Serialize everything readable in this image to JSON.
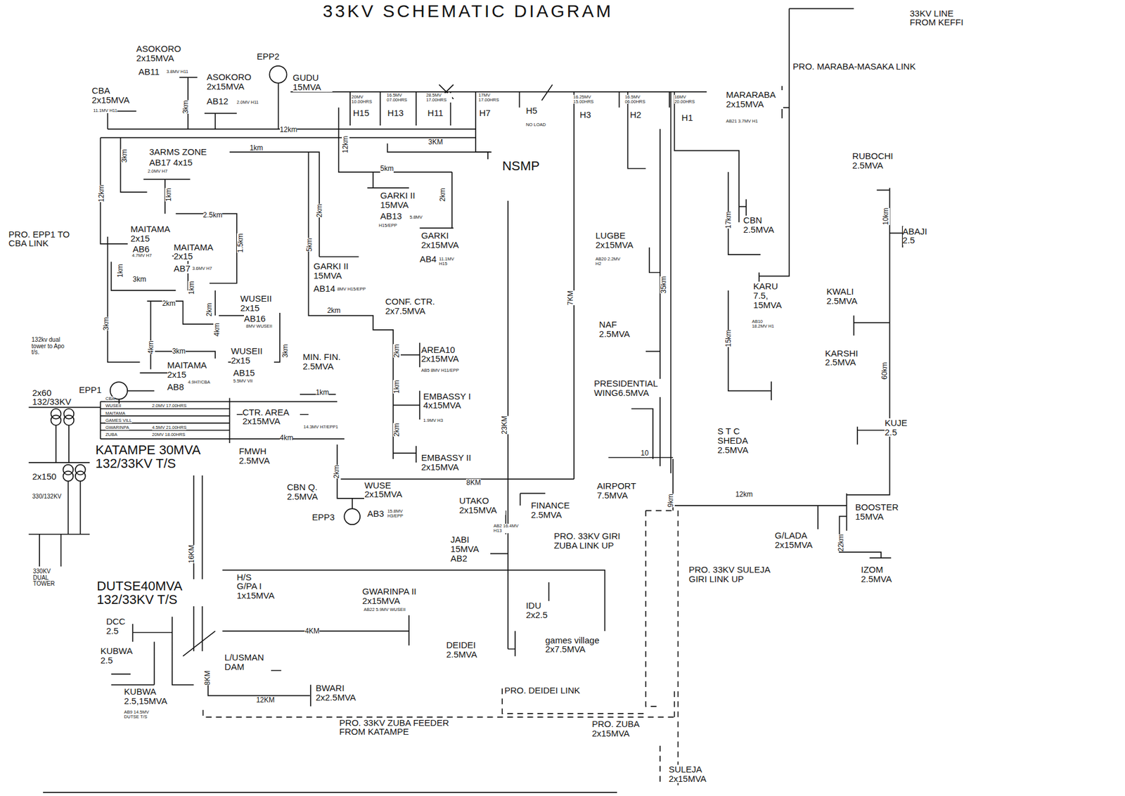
{
  "diagram": {
    "title": "33KV SCHEMATIC DIAGRAM",
    "nodes": [
      {
        "text": [
          "EPP2"
        ]
      },
      {
        "text": [
          "EPP1"
        ]
      },
      {
        "text": [
          "EPP3"
        ]
      }
    ],
    "labels": [
      "33KV LINE FROM KEFFI",
      "PRO. MARABA-MASAKA LINK",
      "ASOKORO 2x15MVA",
      "AB11",
      "3.8MV H11",
      "GUDU 15MVA",
      "ASOKORO 2x15MVA",
      "AB12",
      "2.0MV H11",
      "CBA 2x15MVA",
      "11.1MV H11",
      "20MV 10.00HRS",
      "H15",
      "16.5MV 07.00HRS",
      "H13",
      "28.5MV 17.00HRS",
      "H11",
      "17MV 17.00HRS",
      "H7",
      "H5",
      "NO LOAD",
      "16.25MV 15.00HRS",
      "H3",
      "16.5MV 06.00HRS",
      "H2",
      "16MV 20.00HRS",
      "H1",
      "MARARABA 2x15MVA",
      "AB21 3.7MV H1",
      "12km",
      "3KM",
      "12km",
      "3km",
      "3km",
      "1km",
      "5km",
      "2km",
      "2.5km",
      "1km",
      "12km",
      "1.5km",
      "3km",
      "1km",
      "1km",
      "2km",
      "2km",
      "4km",
      "3km",
      "2km",
      "4km",
      "3km",
      "2km",
      "1km",
      "2km",
      "2km",
      "4km",
      "1km",
      "5km",
      "2km",
      "3km",
      "7KM",
      "23KM",
      "16KM",
      "4KM",
      "8KM",
      "12KM",
      "8KM",
      "35km",
      "17km",
      "15km",
      "10km",
      "60km",
      "22km",
      "12km",
      "9km",
      "10",
      "3ARMS ZONE",
      "AB17 4x15",
      "2.0MV H7",
      "NSMP",
      "RUBOCHI 2.5MVA",
      "GARKI II 15MVA",
      "AB13",
      "5.8MV",
      "H15/EPP",
      "GARKI 2x15MVA",
      "AB4",
      "11.1MV H15",
      "PRO. EPP1 TO CBA LINK",
      "MAITAMA 2x15",
      "AB6",
      "4.7MV H7",
      "MAITAMA 2x15",
      "AB7",
      "3.6MV H7",
      "LUGBE 2x15MVA",
      "AB20 2.2MV H2",
      "CBN 2.5MVA",
      "ABAJI 2.5",
      "GARKI II 15MVA",
      "AB14",
      "8MV H15/EPP",
      "KARU 7.5, 15MVA",
      "AB10 18.2MV H1",
      "WUSEII 2x15",
      "AB16",
      "8MV WUSEII",
      "CONF. CTR. 2x7.5MVA",
      "KWALI 2.5MVA",
      "NAF 2.5MVA",
      "132kv dual tower to Apo t/s.",
      "AREA10 2x15MVA",
      "AB5 8MV H11/EPP",
      "MAITAMA 2x15",
      "AB8",
      "4.9H7/CBA",
      "WUSEII 2x15",
      "AB15",
      "5.5MV VII",
      "MIN. FIN. 2.5MVA",
      "KARSHI 2.5MVA",
      "2x60 132/33KV",
      "PRESIDENTIAL WING6.5MVA",
      "EMBASSY I 4x15MVA",
      "1.9MV H3",
      "CBA",
      "WUSEII",
      "MAITAMA",
      "GAMES VILL",
      "GWARINPA",
      "ZUBA",
      "2.0MV 17.00HRS",
      "4.5MV 21.00HRS",
      "20MV 18.00HRS",
      "CTR. AREA 2x15MVA",
      "14.3MV H7/EPP1",
      "S T C SHEDA 2.5MVA",
      "KUJE 2.5",
      "KATAMPE 30MVA 132/33KV T/S",
      "FMWH 2.5MVA",
      "EMBASSY II 2x15MVA",
      "2x150",
      "330/132KV",
      "CBN Q. 2.5MVA",
      "WUSE 2x15MVA",
      "AB3",
      "15.8MV H3/EPP",
      "AIRPORT 7.5MVA",
      "UTAKO 2x15MVA",
      "AB2 16.4MV H13",
      "FINANCE 2.5MVA",
      "BOOSTER 15MVA",
      "PRO. 33KV GIRI ZUBA LINK UP",
      "JABI 15MVA AB2",
      "G/LADA 2x15MVA",
      "PRO. 33KV SULEJA GIRI LINK UP",
      "IZOM 2.5MVA",
      "330KV DUAL TOWER",
      "DUTSE40MVA 132/33KV T/S",
      "H/S G/PA I 1x15MVA",
      "GWARINPA II 2x15MVA",
      "AB22 5.9MV WUSEII",
      "IDU 2x2.5",
      "games village 2x7.5MVA",
      "DEIDEI 2.5MVA",
      "DCC 2.5",
      "KUBWA 2.5",
      "L/USMAN DAM",
      "KUBWA 2.5,15MVA",
      "AB9 14.5MV DUTSE T/S",
      "BWARI 2x2.5MVA",
      "PRO. DEIDEI LINK",
      "PRO. 33KV ZUBA FEEDER FROM KATAMPE",
      "PRO. ZUBA 2x15MVA",
      "SULEJA 2x15MVA"
    ]
  }
}
